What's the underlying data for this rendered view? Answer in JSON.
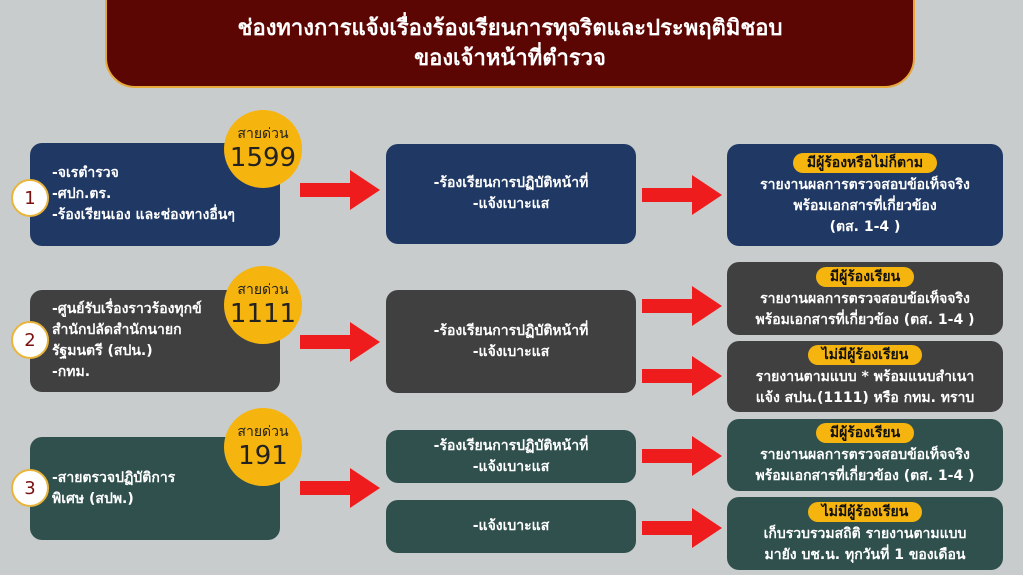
{
  "title": {
    "line1": "ช่องทางการแจ้งเรื่องร้องเรียนการทุจริตและประพฤติมิชอบ",
    "line2": "ของเจ้าหน้าที่ตำรวจ"
  },
  "rows": [
    {
      "number": "1",
      "hotline_label": "สายด่วน",
      "hotline": "1599",
      "sources": [
        "-จเรตำรวจ",
        "-ศปก.ตร.",
        "-ร้องเรียนเอง และช่องทางอื่นๆ"
      ],
      "middle": [
        {
          "lines": [
            "-ร้องเรียนการปฏิบัติหน้าที่",
            "-แจ้งเบาะแส"
          ]
        }
      ],
      "results": [
        {
          "tag": "มีผู้ร้องหรือไม่ก็ตาม",
          "lines": [
            "รายงานผลการตรวจสอบข้อเท็จจริง",
            "พร้อมเอกสารที่เกี่ยวข้อง",
            "(ตส. 1-4 )"
          ]
        }
      ]
    },
    {
      "number": "2",
      "hotline_label": "สายด่วน",
      "hotline": "1111",
      "sources": [
        "-ศูนย์รับเรื่องราวร้องทุกข์",
        "สำนักปลัดสำนักนายก",
        "รัฐมนตรี (สปน.)",
        "-กทม."
      ],
      "middle": [
        {
          "lines": [
            "-ร้องเรียนการปฏิบัติหน้าที่",
            "-แจ้งเบาะแส"
          ]
        }
      ],
      "results": [
        {
          "tag": "มีผู้ร้องเรียน",
          "lines": [
            "รายงานผลการตรวจสอบข้อเท็จจริง",
            "พร้อมเอกสารที่เกี่ยวข้อง (ตส. 1-4 )"
          ]
        },
        {
          "tag": "ไม่มีผู้ร้องเรียน",
          "lines": [
            "รายงานตามแบบ * พร้อมแนบสำเนา",
            "แจ้ง สปน.(1111) หรือ กทม. ทราบ"
          ]
        }
      ]
    },
    {
      "number": "3",
      "hotline_label": "สายด่วน",
      "hotline": "191",
      "sources": [
        "-สายตรวจปฏิบัติการ",
        "พิเศษ (สปพ.)"
      ],
      "middle": [
        {
          "lines": [
            "-ร้องเรียนการปฏิบัติหน้าที่",
            "-แจ้งเบาะแส"
          ]
        },
        {
          "lines": [
            "-แจ้งเบาะแส"
          ]
        }
      ],
      "results": [
        {
          "tag": "มีผู้ร้องเรียน",
          "lines": [
            "รายงานผลการตรวจสอบข้อเท็จจริง",
            "พร้อมเอกสารที่เกี่ยวข้อง (ตส. 1-4 )"
          ]
        },
        {
          "tag": "ไม่มีผู้ร้องเรียน",
          "lines": [
            "เก็บรวบรวมสถิติ รายงานตามแบบ",
            "มายัง บช.น. ทุกวันที่ 1 ของเดือน"
          ]
        }
      ]
    }
  ],
  "colors": {
    "row1": "#1f3864",
    "row2": "#404040",
    "row3": "#2f504d",
    "badge": "#f6b40e",
    "arrow": "#ee1c1c",
    "title_bg": "#5c0604"
  }
}
